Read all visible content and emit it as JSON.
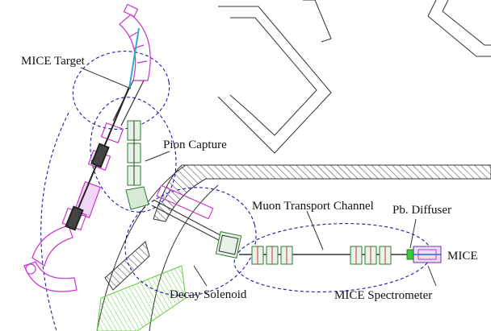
{
  "labels": {
    "mice_target": "MICE Target",
    "pion_capture": "Pion Capture",
    "muon_transport_channel": "Muon Transport Channel",
    "pb_diffuser": "Pb. Diffuser",
    "mice": "MICE",
    "decay_solenoid": "Decay Solenoid",
    "mice_spectrometer": "MICE Spectrometer"
  },
  "colors": {
    "dashed_region": "#1a1aa6",
    "beamline_magnet": "#cc33cc",
    "focusing_magnet": "#2f7a2f",
    "shielding_hatch": "#555555",
    "green_hatch": "#66cc44",
    "outline": "#333333"
  }
}
